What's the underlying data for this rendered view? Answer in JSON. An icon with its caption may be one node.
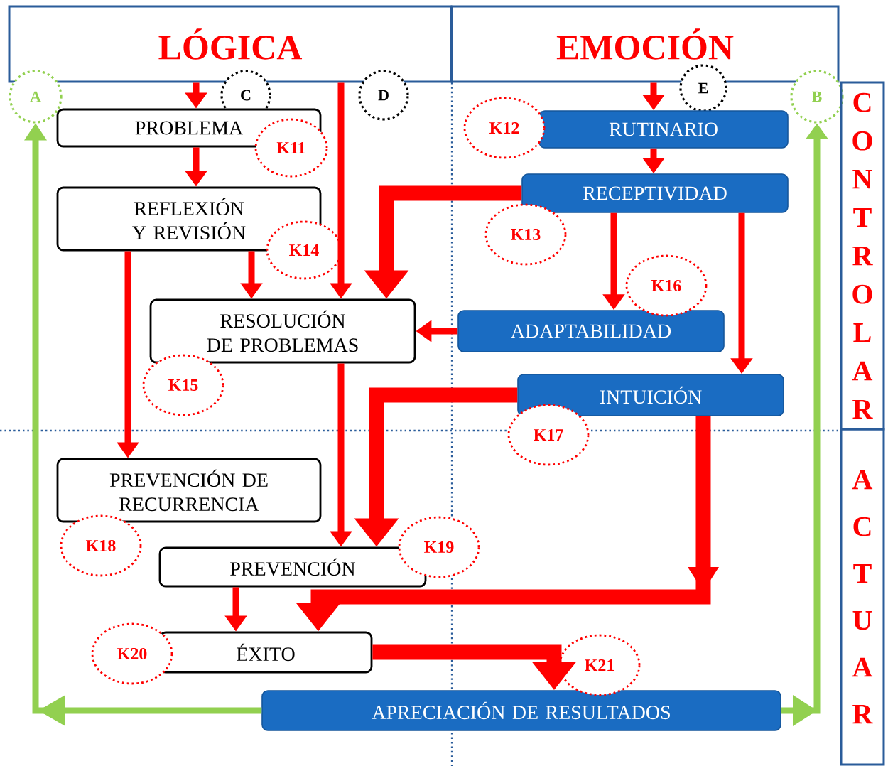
{
  "diagram": {
    "nodes": [
      {
        "text": [
          "LÓGICA"
        ]
      },
      {
        "text": [
          "EMOCIÓN"
        ]
      },
      {
        "text": [
          "A"
        ]
      },
      {
        "text": [
          "C"
        ]
      },
      {
        "text": [
          "D"
        ]
      },
      {
        "text": [
          "E"
        ]
      },
      {
        "text": [
          "B"
        ]
      },
      {
        "text": [
          "PROBLEMA"
        ]
      },
      {
        "text": [
          "K11"
        ]
      },
      {
        "text": [
          "K12"
        ]
      },
      {
        "text": [
          "RUTINARIO"
        ]
      },
      {
        "text": [
          "REFLEXIÓN Y REVISIÓN"
        ]
      },
      {
        "text": [
          "RECEPTIVIDAD"
        ]
      },
      {
        "text": [
          "K13"
        ]
      },
      {
        "text": [
          "K14"
        ]
      },
      {
        "text": [
          "K16"
        ]
      },
      {
        "text": [
          "RESOLUCIÓN DE PROBLEMAS"
        ]
      },
      {
        "text": [
          "ADAPTABILIDAD"
        ]
      },
      {
        "text": [
          "K15"
        ]
      },
      {
        "text": [
          "INTUICIÓN"
        ]
      },
      {
        "text": [
          "K17"
        ]
      },
      {
        "text": [
          "PREVENCIÓN DE RECURRENCIA"
        ]
      },
      {
        "text": [
          "K18"
        ]
      },
      {
        "text": [
          "K19"
        ]
      },
      {
        "text": [
          "PREVENCIÓN"
        ]
      },
      {
        "text": [
          "K20"
        ]
      },
      {
        "text": [
          "ÉXITO"
        ]
      },
      {
        "text": [
          "K21"
        ]
      },
      {
        "text": [
          "APRECIACIÓN DE RESULTADOS"
        ]
      },
      {
        "text": [
          "CONTROLAR"
        ]
      },
      {
        "text": [
          "ACTUAR"
        ]
      }
    ],
    "edges": [
      {
        "from": 0,
        "to": 7,
        "arrow": "to"
      },
      {
        "from": 0,
        "to": 16,
        "arrow": "to"
      },
      {
        "from": 1,
        "to": 10,
        "arrow": "to"
      },
      {
        "from": 7,
        "to": 11,
        "arrow": "to"
      },
      {
        "from": 11,
        "to": 16,
        "arrow": "to"
      },
      {
        "from": 11,
        "to": 21,
        "arrow": "to"
      },
      {
        "from": 10,
        "to": 12,
        "arrow": "to"
      },
      {
        "from": 12,
        "to": 16,
        "arrow": "to",
        "style": "thick"
      },
      {
        "from": 12,
        "to": 17,
        "arrow": "to"
      },
      {
        "from": 12,
        "to": 19,
        "arrow": "to"
      },
      {
        "from": 17,
        "to": 16,
        "arrow": "to"
      },
      {
        "from": 19,
        "to": 24,
        "arrow": "to",
        "style": "thick"
      },
      {
        "from": 16,
        "to": 24,
        "arrow": "to"
      },
      {
        "from": 19,
        "to": 26,
        "arrow": "to",
        "style": "thick"
      },
      {
        "from": 24,
        "to": 26,
        "arrow": "to"
      },
      {
        "from": 26,
        "to": 28,
        "arrow": "to",
        "style": "thick"
      },
      {
        "from": 28,
        "to": 6,
        "arrow": "to",
        "color": "#92d050"
      },
      {
        "from": 28,
        "to": 2,
        "arrow": "to",
        "color": "#92d050"
      }
    ]
  }
}
